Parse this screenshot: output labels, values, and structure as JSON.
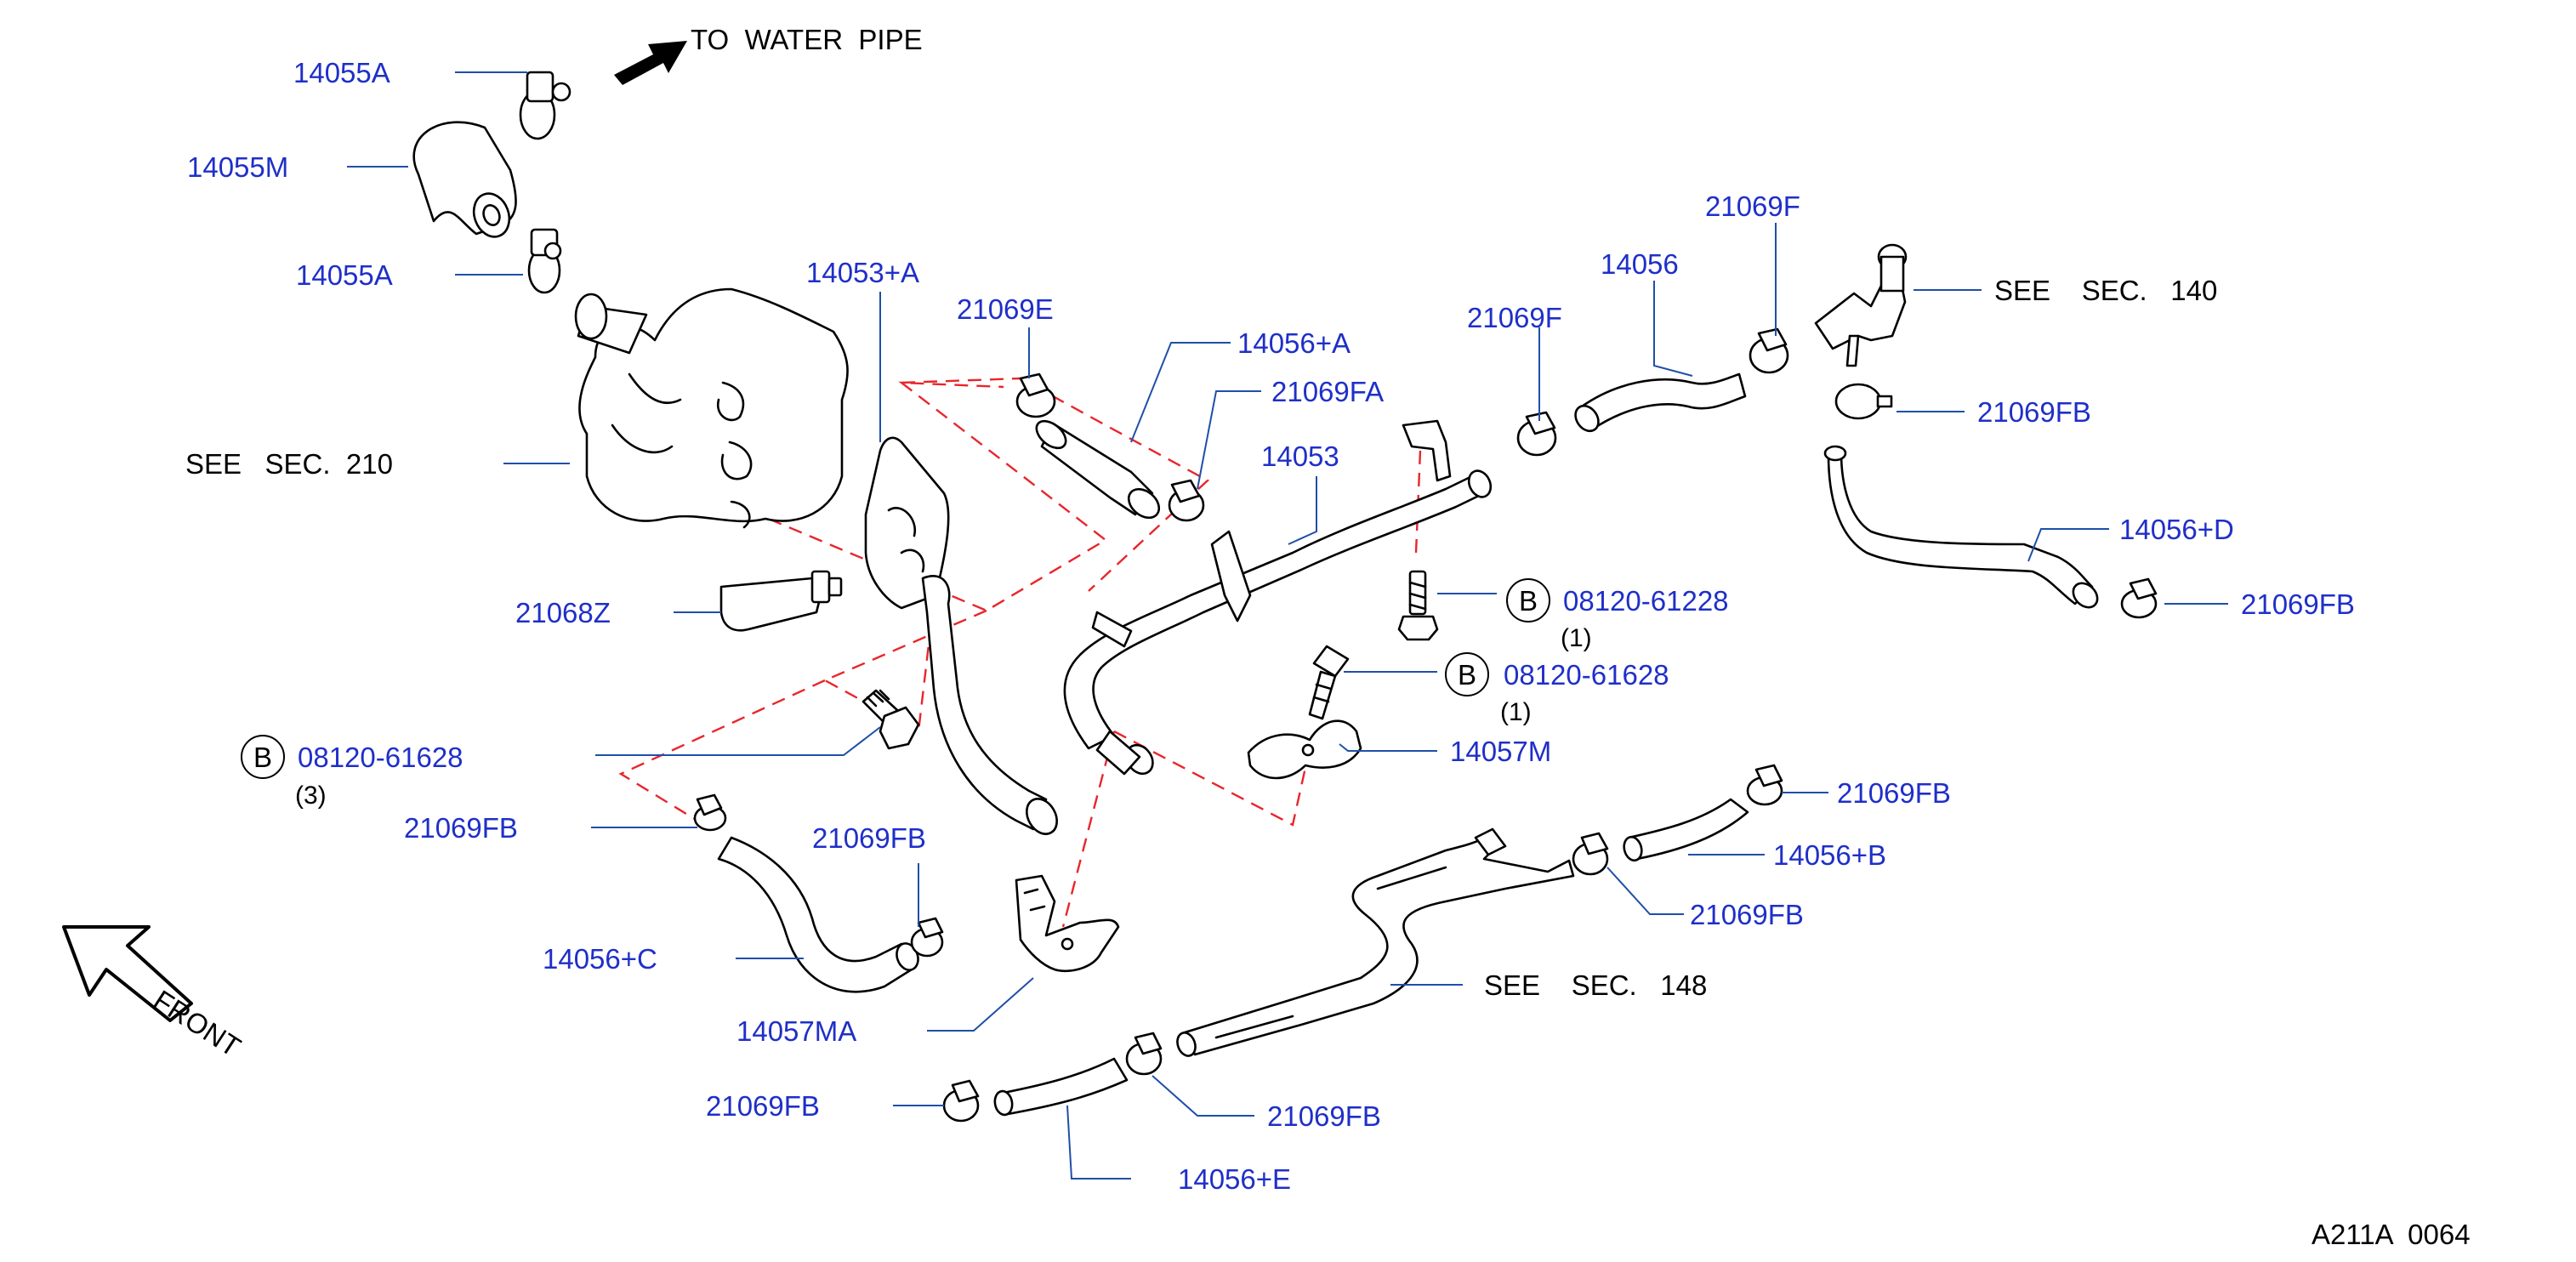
{
  "colors": {
    "part_number": "#1f2fc8",
    "leader": "#1f4fa8",
    "dashed_guide": "#e8262c",
    "text": "#000000"
  },
  "labels": {
    "to_water_pipe": "TO  WATER  PIPE",
    "p14055a_top": "14055A",
    "p14055m": "14055M",
    "p14055a_mid": "14055A",
    "see_sec_210": "SEE   SEC.  210",
    "p14053_a": "14053+A",
    "p21068z": "21068Z",
    "bolt_b_left": "B",
    "bolt_left_num": "08120-61628",
    "bolt_left_qty": "(3)",
    "p21069fb_clamp_left": "21069FB",
    "p21069fb_clamp_c": "21069FB",
    "p14056_c": "14056+C",
    "front": "FRONT",
    "p14057ma": "14057MA",
    "p21069fb_e_left": "21069FB",
    "p14056_e": "14056+E",
    "p21069fb_e_right": "21069FB",
    "p21069e": "21069E",
    "p14056_a": "14056+A",
    "p21069fa": "21069FA",
    "p14053": "14053",
    "p21069f_mid": "21069F",
    "p14056": "14056",
    "p21069f_top": "21069F",
    "see_sec_140": "SEE    SEC.   140",
    "p21069fb_right_top": "21069FB",
    "p14056_d": "14056+D",
    "p21069fb_right": "21069FB",
    "bolt_b_mid1": "B",
    "bolt_mid1_num": "08120-61228",
    "bolt_mid1_qty": "(1)",
    "bolt_b_mid2": "B",
    "bolt_mid2_num": "08120-61628",
    "bolt_mid2_qty": "(1)",
    "p14057m": "14057M",
    "p21069fb_b_top": "21069FB",
    "p14056_b": "14056+B",
    "p21069fb_b_bottom": "21069FB",
    "see_sec_148": "SEE    SEC.   148",
    "figure_code": "A211A  0064"
  }
}
